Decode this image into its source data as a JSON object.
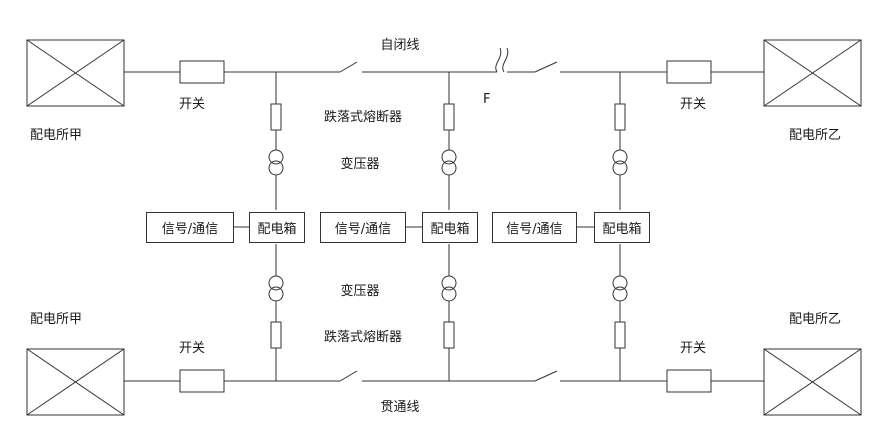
{
  "labels": {
    "station_a": "配电所甲",
    "station_b": "配电所乙",
    "switch": "开关",
    "auto_line": "自闭线",
    "through_line": "贯通线",
    "drop_fuse": "跌落式熔断器",
    "transformer": "变压器",
    "fault": "F",
    "signal_comm": "信号/通信",
    "dist_box": "配电箱"
  }
}
